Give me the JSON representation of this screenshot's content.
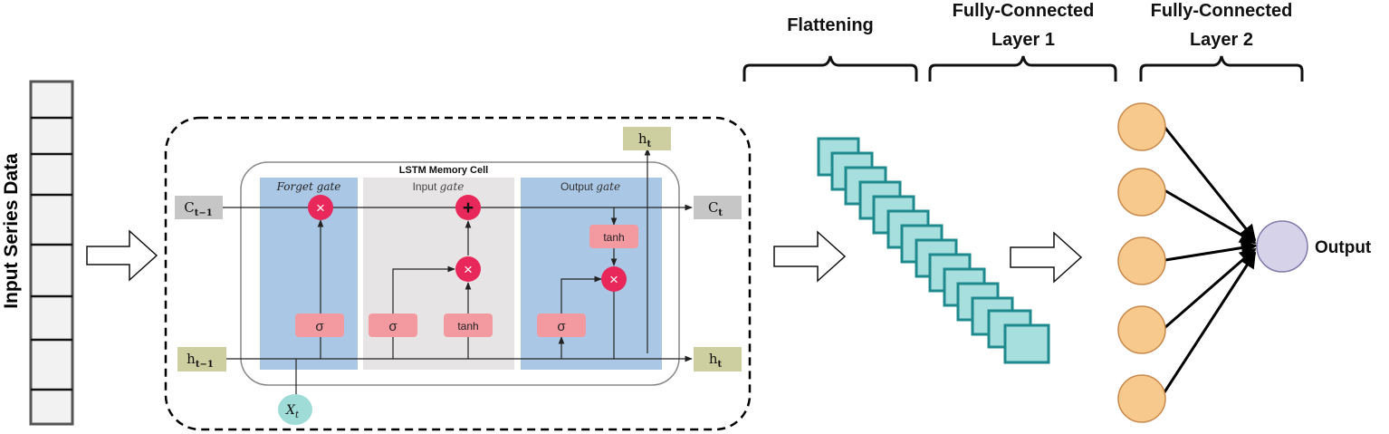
{
  "input_series": {
    "label": "Input Series Data"
  },
  "lstm": {
    "cell_title": "LSTM Memory Cell",
    "gates": {
      "forget": {
        "prefix": "",
        "emph": "Forget gate"
      },
      "input": {
        "prefix": "Input ",
        "emph": "gate"
      },
      "output": {
        "prefix": "Output ",
        "emph": "gate"
      }
    },
    "ops": {
      "multiply": "×",
      "add": "+",
      "sigma": "σ",
      "tanh": "tanh"
    },
    "states": {
      "c_prev_base": "C",
      "c_prev_sub": "t−1",
      "c_next_base": "C",
      "c_next_sub": "t",
      "h_prev_base": "h",
      "h_prev_sub": "t−1",
      "h_next_base": "h",
      "h_next_sub": "t",
      "h_top_base": "h",
      "h_top_sub": "t",
      "x_base": "X",
      "x_sub": "t"
    }
  },
  "stages": {
    "flattening": "Flattening",
    "fc1_line1": "Fully-Connected",
    "fc1_line2": "Layer 1",
    "fc2_line1": "Fully-Connected",
    "fc2_line2": "Layer 2"
  },
  "output": {
    "label": "Output"
  },
  "colors": {
    "gate_blue": "#aac8e6",
    "gate_gray": "#e6e4e4",
    "op_node": "#e8275a",
    "activation_box": "#f39aa0",
    "state_c": "#c6c6c6",
    "state_h": "#cdcfa0",
    "x_node": "#9fdcd8",
    "flatten_fill": "#a7dede",
    "flatten_stroke": "#1f8a8e",
    "neuron_fill": "#f7c98c",
    "neuron_stroke": "#c8884a",
    "output_fill": "#d6d2ea",
    "output_stroke": "#7f7aa6"
  }
}
